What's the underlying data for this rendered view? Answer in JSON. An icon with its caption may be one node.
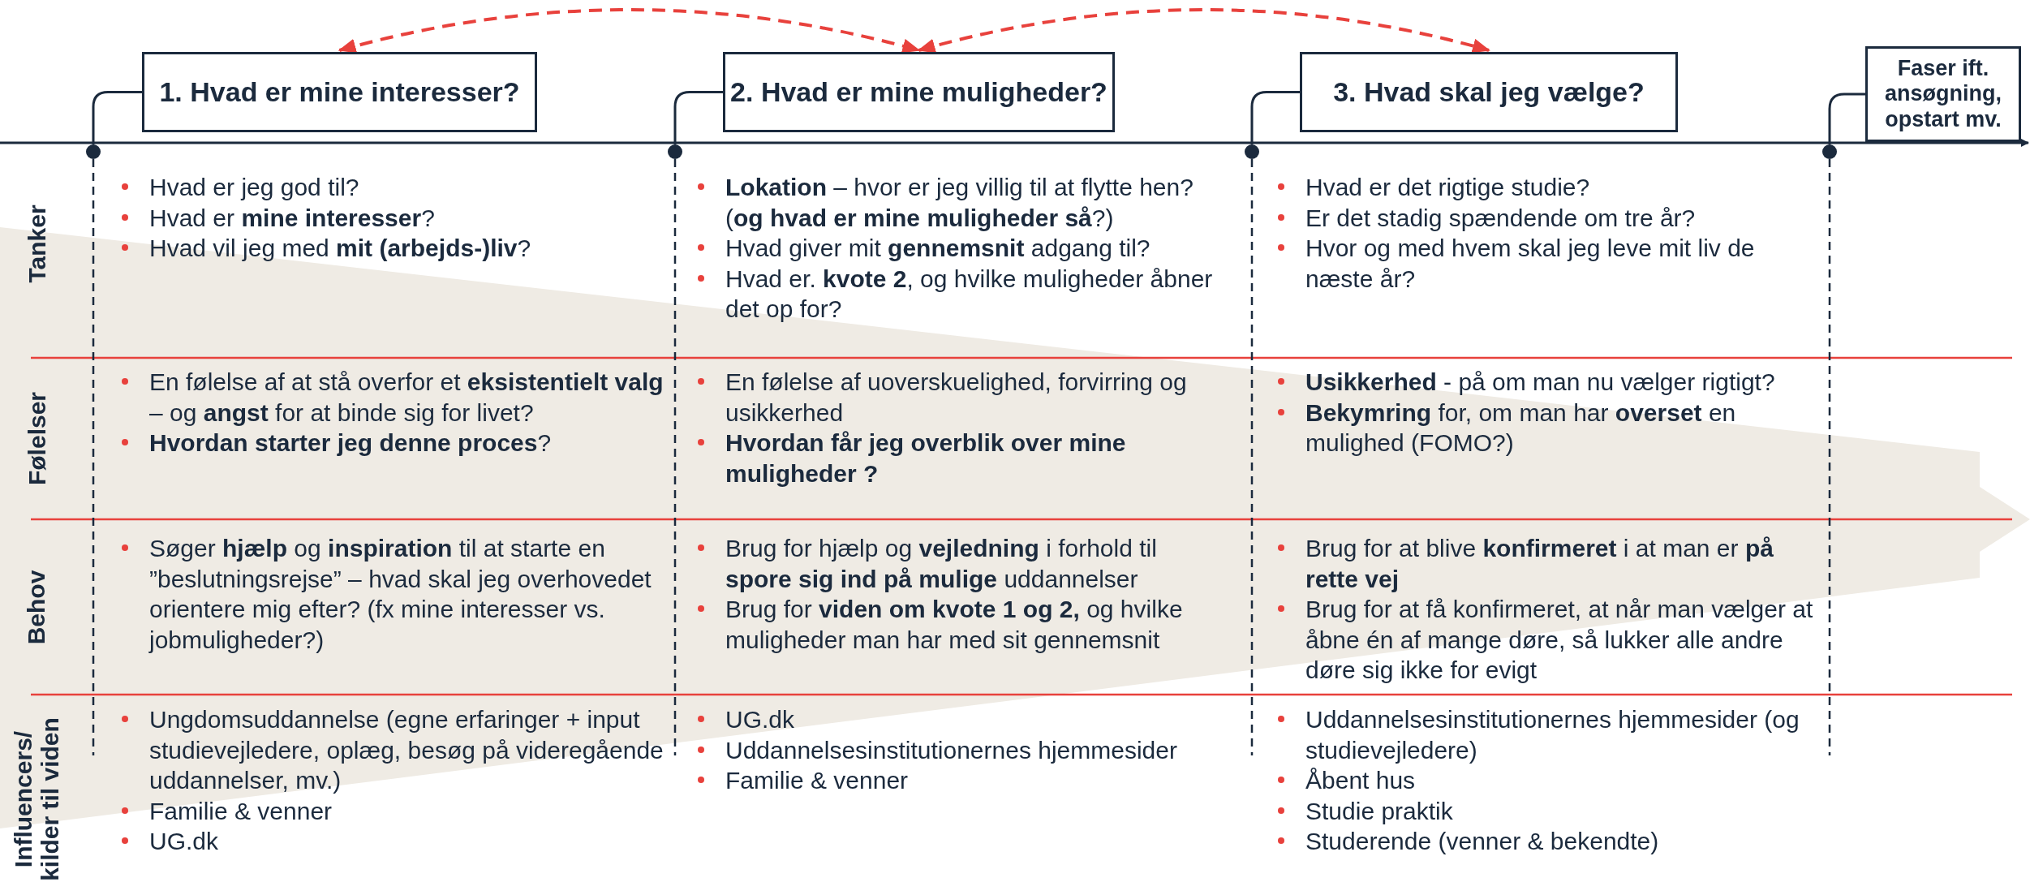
{
  "diagram": {
    "nodes": [
      {
        "text": [
          "1. Hvad er mine interesser?"
        ]
      },
      {
        "text": [
          "2. Hvad er mine muligheder?"
        ]
      },
      {
        "text": [
          "3. Hvad skal jeg vælge?"
        ]
      },
      {
        "text": [
          "Faser ift. ansøgning, opstart mv."
        ]
      },
      {
        "text": [],
        "shape": "circle"
      },
      {
        "text": [],
        "shape": "circle"
      },
      {
        "text": [],
        "shape": "circle"
      },
      {
        "text": [],
        "shape": "circle"
      }
    ],
    "edges": [
      {
        "from": 0,
        "to": 1,
        "arrow": "both",
        "style": "dashed",
        "color": "#e8413c"
      },
      {
        "from": 1,
        "to": 2,
        "arrow": "both",
        "style": "dashed",
        "color": "#e8413c"
      },
      {
        "from": 4,
        "to": 0,
        "arrow": "none"
      },
      {
        "from": 5,
        "to": 1,
        "arrow": "none"
      },
      {
        "from": 6,
        "to": 2,
        "arrow": "none"
      },
      {
        "from": 7,
        "to": 3,
        "arrow": "none"
      }
    ],
    "labels": [
      "Tanker",
      "Hvad er jeg god til?",
      "Hvad er **mine interesser**?",
      "Hvad vil jeg med **mit (arbejds-)liv**?",
      "**Lokation** – hvor er jeg villig til at flytte hen? (**og hvad er mine muligheder så**?)",
      "Hvad giver mit **gennemsnit** adgang til?",
      "Hvad er. **kvote 2**, og hvilke muligheder åbner det op for?",
      "Hvad er det rigtige studie?",
      "Er det stadig spændende om tre år?",
      "Hvor og med hvem skal jeg leve mit liv de næste år?",
      "Følelser",
      "En følelse af at stå overfor et **eksistentielt valg** – og **angst** for at binde sig for livet?",
      "**Hvordan starter jeg denne proces**?",
      "En følelse af uoverskuelighed, forvirring og usikkerhed",
      "**Hvordan får jeg overblik over mine muligheder ?**",
      "**Usikkerhed** - på om man nu vælger rigtigt?",
      "**Bekymring** for, om man har **overset** en mulighed (FOMO?)",
      "Behov",
      "Søger **hjælp** og **inspiration** til at starte en ”beslutningsrejse” – hvad skal jeg overhovedet orientere mig efter? (fx mine interesser vs. jobmuligheder?)",
      "Brug for hjælp og **vejledning** i forhold til **spore sig ind på mulige** uddannelser",
      "Brug for **viden om kvote 1 og 2,** og hvilke muligheder man har med sit gennemsnit",
      "Brug for at blive **konfirmeret** i at man er **på rette vej**",
      "Brug for at få konfirmeret, at når man vælger at åbne én af mange døre, så lukker alle andre døre sig ikke for evigt",
      "Influencers/ kilder til viden",
      "Ungdomsuddannelse (egne erfaringer + input studievejledere, oplæg, besøg på videregående uddannelser, mv.)",
      "Familie & venner",
      "UG.dk",
      "UG.dk",
      "Uddannelsesinstitutionernes hjemmesider",
      "Familie & venner",
      "Uddannelsesinstitutionernes hjemmesider (og studievejledere)",
      "Åbent hus",
      "Studie praktik",
      "Studerende (venner & bekendte)"
    ]
  }
}
